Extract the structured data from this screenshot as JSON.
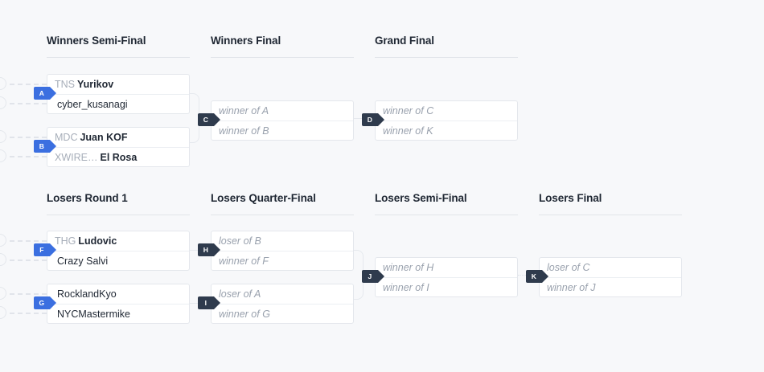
{
  "theme": {
    "background": "#f7f8fa",
    "box_background": "#ffffff",
    "box_border": "#e4e7ec",
    "badge_active": "#3b6fe0",
    "badge_pending": "#2f3b4d",
    "title_color": "#1f2733",
    "tag_color": "#a7aeb9",
    "placeholder_color": "#9aa2ae",
    "connector_color": "#e6e9ee"
  },
  "bracket": {
    "type": "double-elimination",
    "upper": {
      "rounds": [
        {
          "title": "Winners Semi-Final",
          "matches": [
            {
              "code": "A",
              "badge_style": "blue",
              "slots": [
                {
                  "tag": "TNS",
                  "name": "Yurikov",
                  "placeholder": false
                },
                {
                  "tag": "",
                  "name": "cyber_kusanagi",
                  "placeholder": false
                }
              ]
            },
            {
              "code": "B",
              "badge_style": "blue",
              "slots": [
                {
                  "tag": "MDC",
                  "name": "Juan KOF",
                  "placeholder": false
                },
                {
                  "tag": "XWIRE…",
                  "name": "El Rosa",
                  "placeholder": false
                }
              ]
            }
          ]
        },
        {
          "title": "Winners Final",
          "matches": [
            {
              "code": "C",
              "badge_style": "dark",
              "slots": [
                {
                  "tag": "",
                  "name": "winner of A",
                  "placeholder": true
                },
                {
                  "tag": "",
                  "name": "winner of B",
                  "placeholder": true
                }
              ]
            }
          ]
        },
        {
          "title": "Grand Final",
          "matches": [
            {
              "code": "D",
              "badge_style": "dark",
              "slots": [
                {
                  "tag": "",
                  "name": "winner of C",
                  "placeholder": true
                },
                {
                  "tag": "",
                  "name": "winner of K",
                  "placeholder": true
                }
              ]
            }
          ]
        }
      ]
    },
    "lower": {
      "rounds": [
        {
          "title": "Losers Round 1",
          "matches": [
            {
              "code": "F",
              "badge_style": "blue",
              "slots": [
                {
                  "tag": "THG",
                  "name": "Ludovic",
                  "placeholder": false
                },
                {
                  "tag": "",
                  "name": "Crazy Salvi",
                  "placeholder": false
                }
              ]
            },
            {
              "code": "G",
              "badge_style": "blue",
              "slots": [
                {
                  "tag": "",
                  "name": "RocklandKyo",
                  "placeholder": false
                },
                {
                  "tag": "",
                  "name": "NYCMastermike",
                  "placeholder": false
                }
              ]
            }
          ]
        },
        {
          "title": "Losers Quarter-Final",
          "matches": [
            {
              "code": "H",
              "badge_style": "dark",
              "slots": [
                {
                  "tag": "",
                  "name": "loser of B",
                  "placeholder": true
                },
                {
                  "tag": "",
                  "name": "winner of F",
                  "placeholder": true
                }
              ]
            },
            {
              "code": "I",
              "badge_style": "dark",
              "slots": [
                {
                  "tag": "",
                  "name": "loser of A",
                  "placeholder": true
                },
                {
                  "tag": "",
                  "name": "winner of G",
                  "placeholder": true
                }
              ]
            }
          ]
        },
        {
          "title": "Losers Semi-Final",
          "matches": [
            {
              "code": "J",
              "badge_style": "dark",
              "slots": [
                {
                  "tag": "",
                  "name": "winner of H",
                  "placeholder": true
                },
                {
                  "tag": "",
                  "name": "winner of I",
                  "placeholder": true
                }
              ]
            }
          ]
        },
        {
          "title": "Losers Final",
          "matches": [
            {
              "code": "K",
              "badge_style": "dark",
              "slots": [
                {
                  "tag": "",
                  "name": "loser of C",
                  "placeholder": true
                },
                {
                  "tag": "",
                  "name": "winner of J",
                  "placeholder": true
                }
              ]
            }
          ]
        }
      ]
    }
  }
}
